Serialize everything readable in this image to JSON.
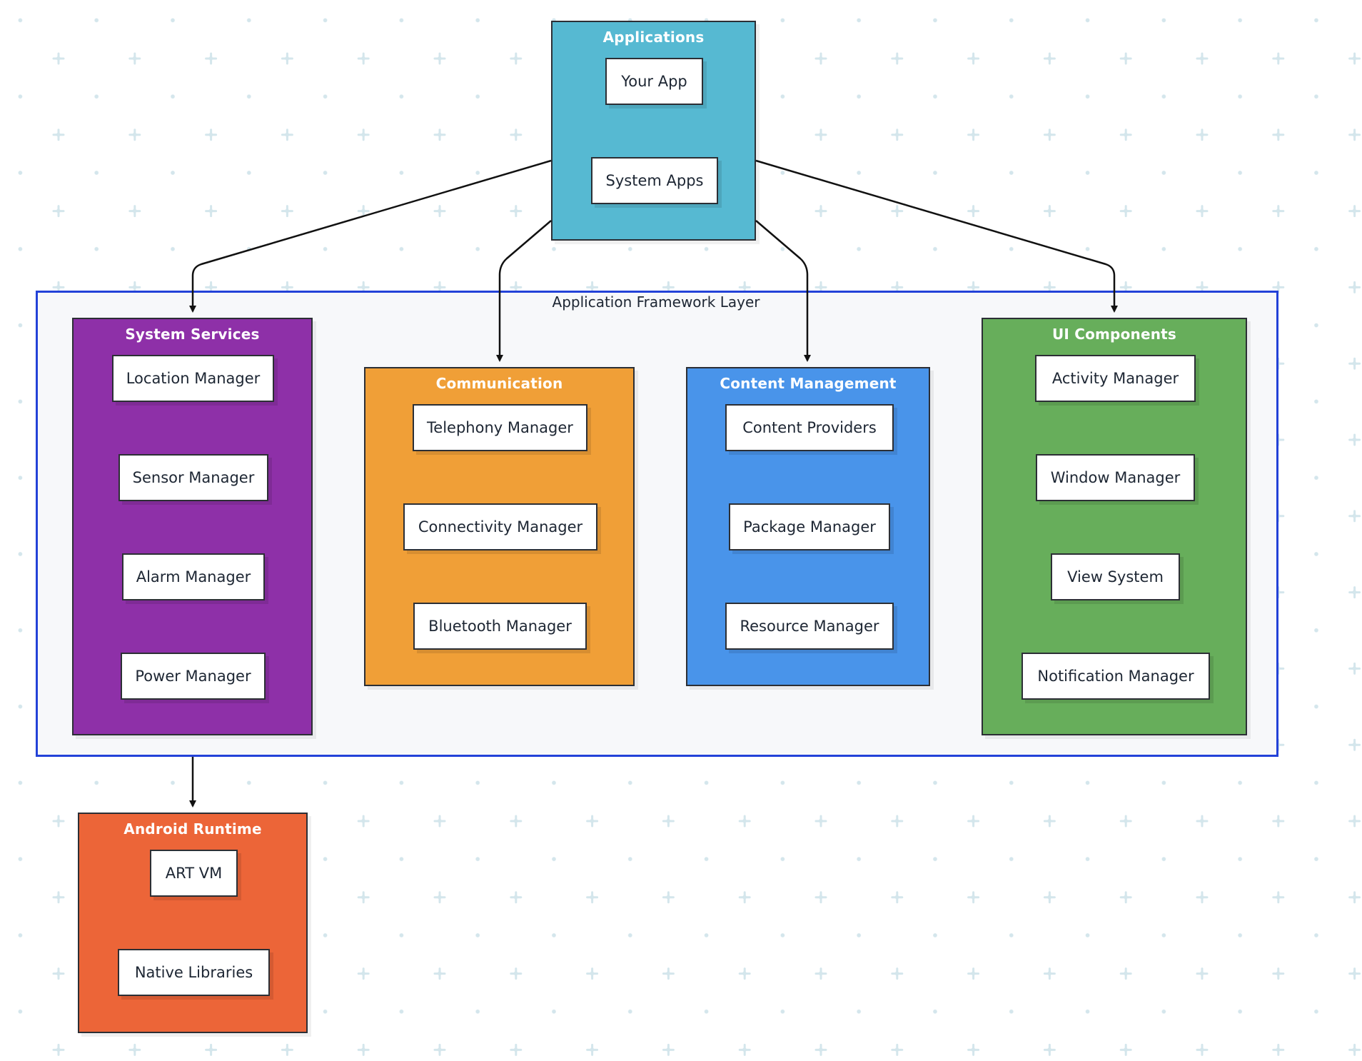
{
  "diagram": {
    "framework": {
      "title": "Application Framework Layer",
      "border_color": "#2342d8"
    },
    "applications": {
      "title": "Applications",
      "color": "#56b9d2",
      "nodes": [
        "Your App",
        "System Apps"
      ]
    },
    "system_services": {
      "title": "System Services",
      "color": "#8e30a8",
      "nodes": [
        "Location Manager",
        "Sensor Manager",
        "Alarm Manager",
        "Power Manager"
      ]
    },
    "communication": {
      "title": "Communication",
      "color": "#f09f37",
      "nodes": [
        "Telephony Manager",
        "Connectivity Manager",
        "Bluetooth Manager"
      ]
    },
    "content_management": {
      "title": "Content Management",
      "color": "#4994ea",
      "nodes": [
        "Content Providers",
        "Package Manager",
        "Resource Manager"
      ]
    },
    "ui_components": {
      "title": "UI Components",
      "color": "#67ae5b",
      "nodes": [
        "Activity Manager",
        "Window Manager",
        "View System",
        "Notification Manager"
      ]
    },
    "android_runtime": {
      "title": "Android Runtime",
      "color": "#ec6538",
      "nodes": [
        "ART VM",
        "Native Libraries"
      ]
    },
    "edges": [
      {
        "from": "Applications",
        "to": "System Services"
      },
      {
        "from": "Applications",
        "to": "Communication"
      },
      {
        "from": "Applications",
        "to": "Content Management"
      },
      {
        "from": "Applications",
        "to": "UI Components"
      },
      {
        "from": "Application Framework Layer",
        "to": "Android Runtime"
      }
    ]
  }
}
